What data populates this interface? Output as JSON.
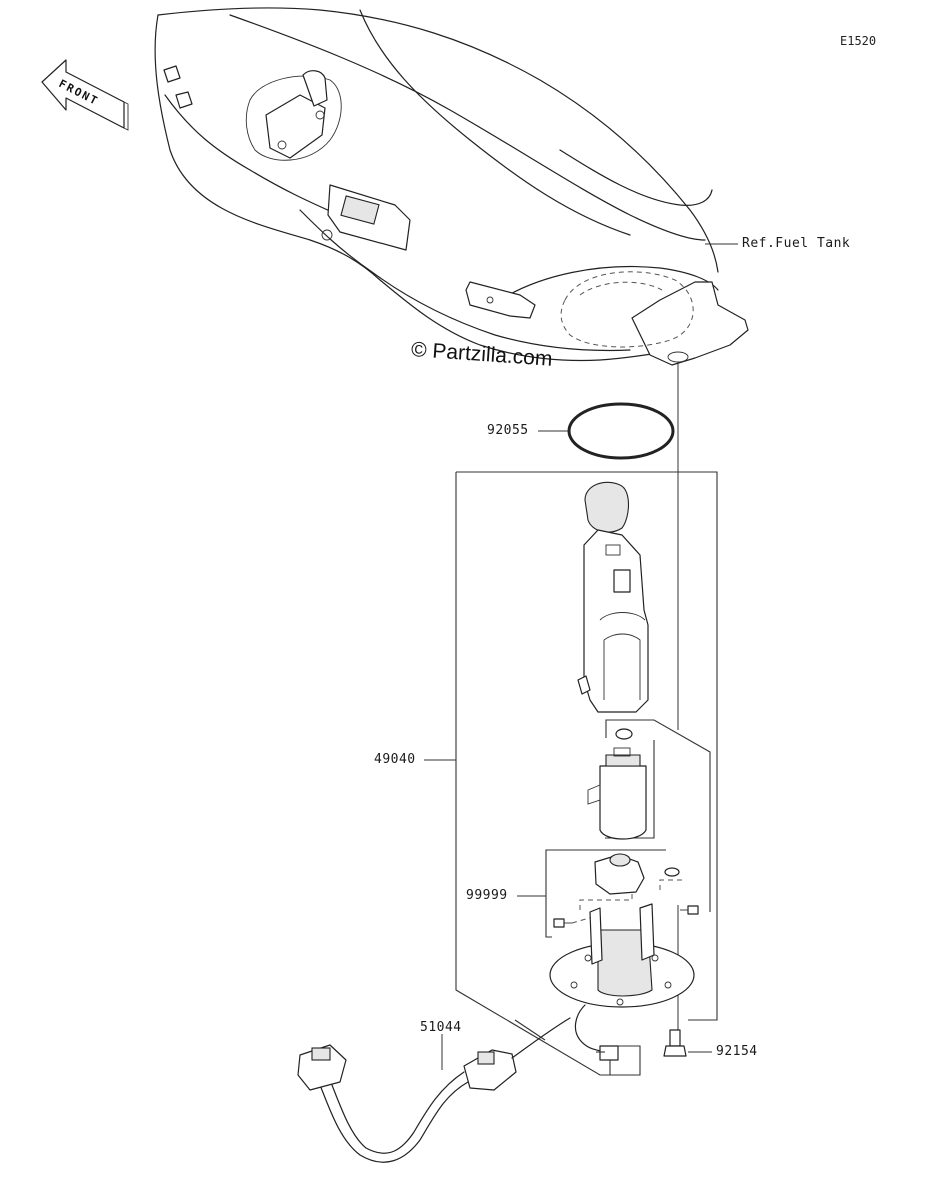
{
  "diagram_code": "E1520",
  "watermark": "© Partzilla.com",
  "front_label": "FRONT",
  "reference": {
    "fuel_tank": "Ref.Fuel Tank"
  },
  "parts": [
    {
      "number": "92055"
    },
    {
      "number": "49040"
    },
    {
      "number": "99999"
    },
    {
      "number": "51044"
    },
    {
      "number": "92154"
    }
  ]
}
